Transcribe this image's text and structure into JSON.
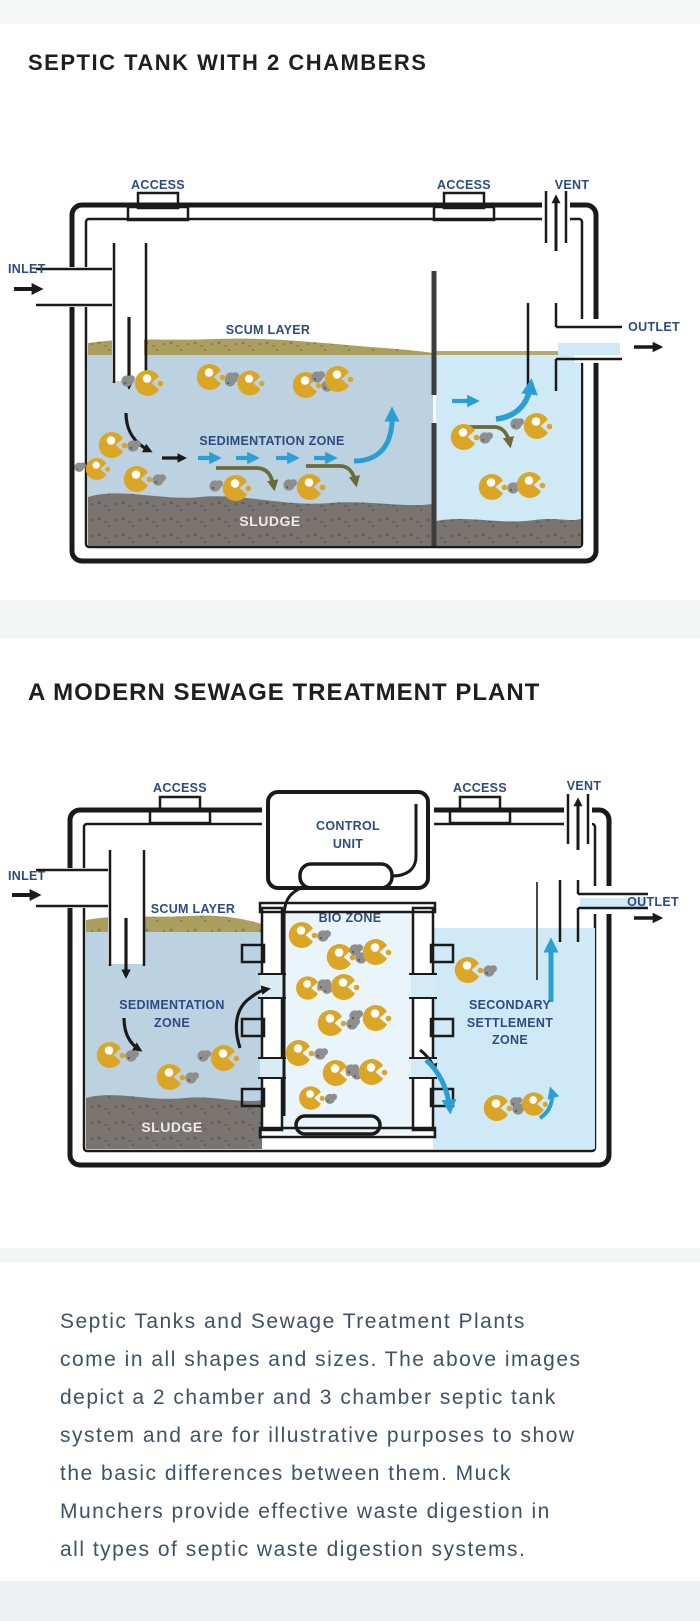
{
  "page": {
    "section1_title": "SEPTIC TANK WITH 2 CHAMBERS",
    "section2_title": "A MODERN SEWAGE TREATMENT PLANT"
  },
  "diagram1": {
    "labels": {
      "access_left": "ACCESS",
      "access_right": "ACCESS",
      "vent": "VENT",
      "inlet": "INLET",
      "outlet": "OUTLET",
      "scum_layer": "SCUM LAYER",
      "sedimentation_zone": "SEDIMENTATION ZONE",
      "sludge": "SLUDGE"
    }
  },
  "diagram2": {
    "labels": {
      "access_left": "ACCESS",
      "access_right": "ACCESS",
      "vent": "VENT",
      "inlet": "INLET",
      "outlet": "OUTLET",
      "control_unit_line1": "CONTROL",
      "control_unit_line2": "UNIT",
      "scum_layer": "SCUM LAYER",
      "bio_zone": "BIO ZONE",
      "sedimentation_line1": "SEDIMENTATION",
      "sedimentation_line2": "ZONE",
      "secondary_line1": "SECONDARY",
      "secondary_line2": "SETTLEMENT",
      "secondary_line3": "ZONE",
      "sludge": "SLUDGE"
    }
  },
  "footer": {
    "lines": [
      "Septic Tanks and Sewage Treatment Plants",
      "come in all shapes and sizes. The above images",
      "depict a 2 chamber and 3 chamber septic tank",
      "system and are for illustrative purposes to show",
      "the basic differences between them. Muck",
      "Munchers provide effective waste digestion in",
      "all types of septic waste digestion systems."
    ]
  },
  "colors": {
    "label_navy": "#2e4b80",
    "title_dark": "#1f1f1f",
    "paragraph_slate": "#3d5266",
    "water_sedimentation": "#bcd2e0",
    "water_clarified": "#cfe9f6",
    "water_bio": "#eaf4fb",
    "scum_khaki": "#ab9f60",
    "sludge_gray": "#797470",
    "muncher_gold": "#dba625",
    "particle_gray": "#8e8e8e",
    "arrow_blue": "#2a9fd4",
    "arrow_olive": "#6f6a3a",
    "outline_dark": "#1a1a1a"
  }
}
